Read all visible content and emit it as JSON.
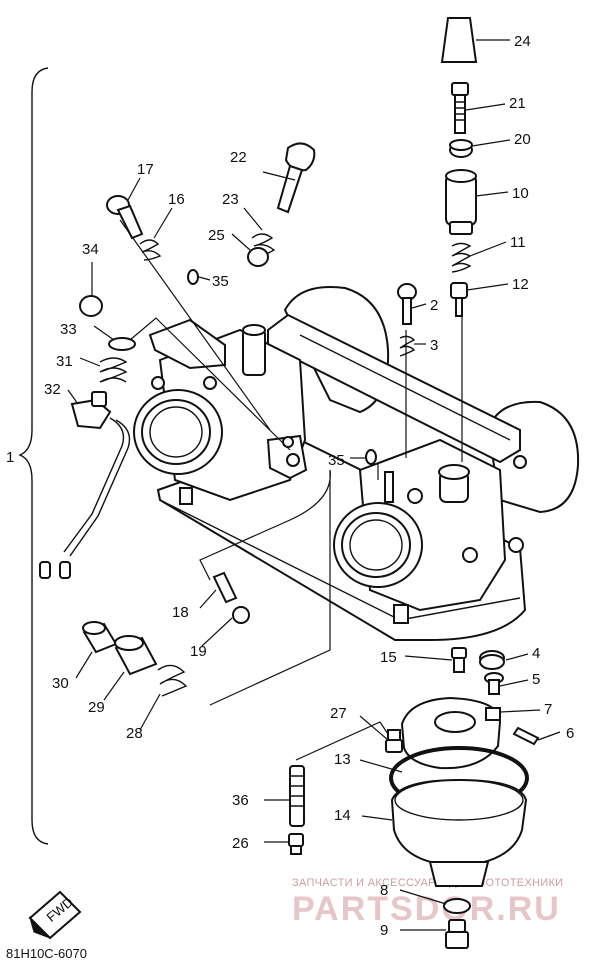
{
  "diagram": {
    "code": "81H10C-6070",
    "fwd_label": "FWD",
    "group_label": "1",
    "watermark_top": "ЗАПЧАСТИ И АКСЕССУАРЫ ДЛЯ МОТОТЕХНИКИ",
    "watermark_brand": "PARTSDOR.RU",
    "callouts": [
      "24",
      "21",
      "20",
      "10",
      "11",
      "12",
      "22",
      "17",
      "16",
      "23",
      "25",
      "35",
      "34",
      "2",
      "3",
      "33",
      "31",
      "32",
      "35",
      "18",
      "19",
      "30",
      "29",
      "28",
      "15",
      "4",
      "5",
      "7",
      "6",
      "27",
      "13",
      "36",
      "14",
      "26",
      "8",
      "9"
    ]
  }
}
